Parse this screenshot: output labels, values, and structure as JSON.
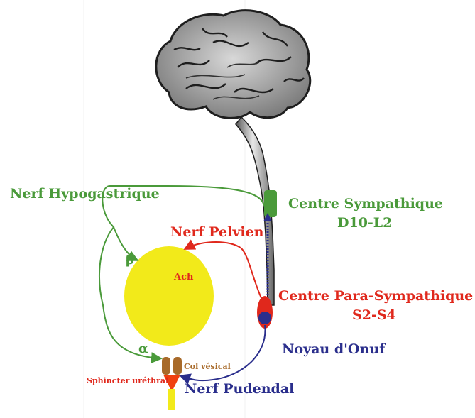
{
  "labels": {
    "nerf_hypogastrique": "Nerf Hypogastrique",
    "centre_sympathique": "Centre Sympathique",
    "centre_sympathique_level": "D10-L2",
    "nerf_pelvien": "Nerf Pelvien",
    "ach": "Ach",
    "beta": "β",
    "alpha": "α",
    "centre_para_sympathique": "Centre Para-Sympathique",
    "centre_para_sympathique_level": "S2-S4",
    "noyau_onuf": "Noyau d'Onuf",
    "col_vesical": "Col vésical",
    "sphincter_urethral": "Sphincter uréthral",
    "nerf_pudendal": "Nerf Pudendal"
  },
  "colors": {
    "sympathetic": "#4a9a3a",
    "parasympathetic": "#e0281c",
    "somatic": "#2a2e8c",
    "bladder": "#f2ea1a",
    "col": "#a86a2a",
    "sphincter": "#f04010"
  }
}
